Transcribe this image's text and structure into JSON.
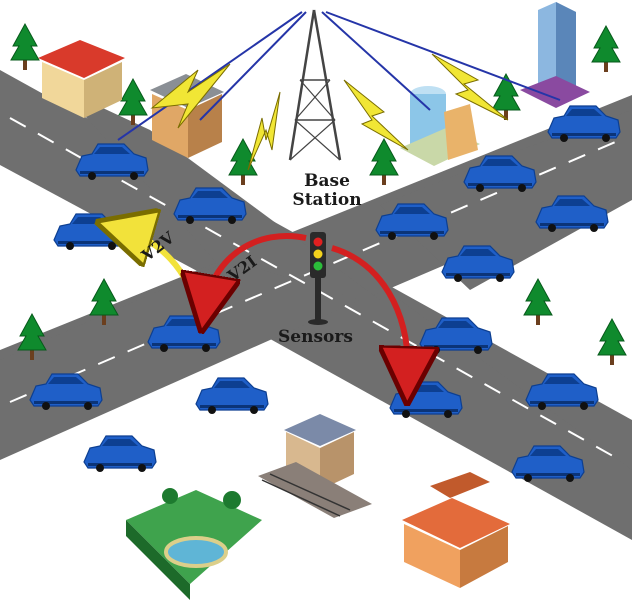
{
  "labels": {
    "base_station_line1": "Base",
    "base_station_line2": "Station",
    "sensors": "Sensors",
    "v2v": "V2V",
    "v2i": "V2I"
  },
  "colors": {
    "road": "#6f6f6f",
    "lane_marking": "#ffffff",
    "car_body": "#1f5fc8",
    "car_dark": "#0d3f91",
    "signal_bolt": "#f1e635",
    "tower": "#444444",
    "v2v_arrow": "#f2e23a",
    "v2i_arrow": "#d32020",
    "tree": "#0f8a2d"
  },
  "icons": [
    "base-station-tower-icon",
    "traffic-light-icon",
    "car-icon",
    "building-icon",
    "tree-icon",
    "park-icon",
    "railway-icon"
  ]
}
